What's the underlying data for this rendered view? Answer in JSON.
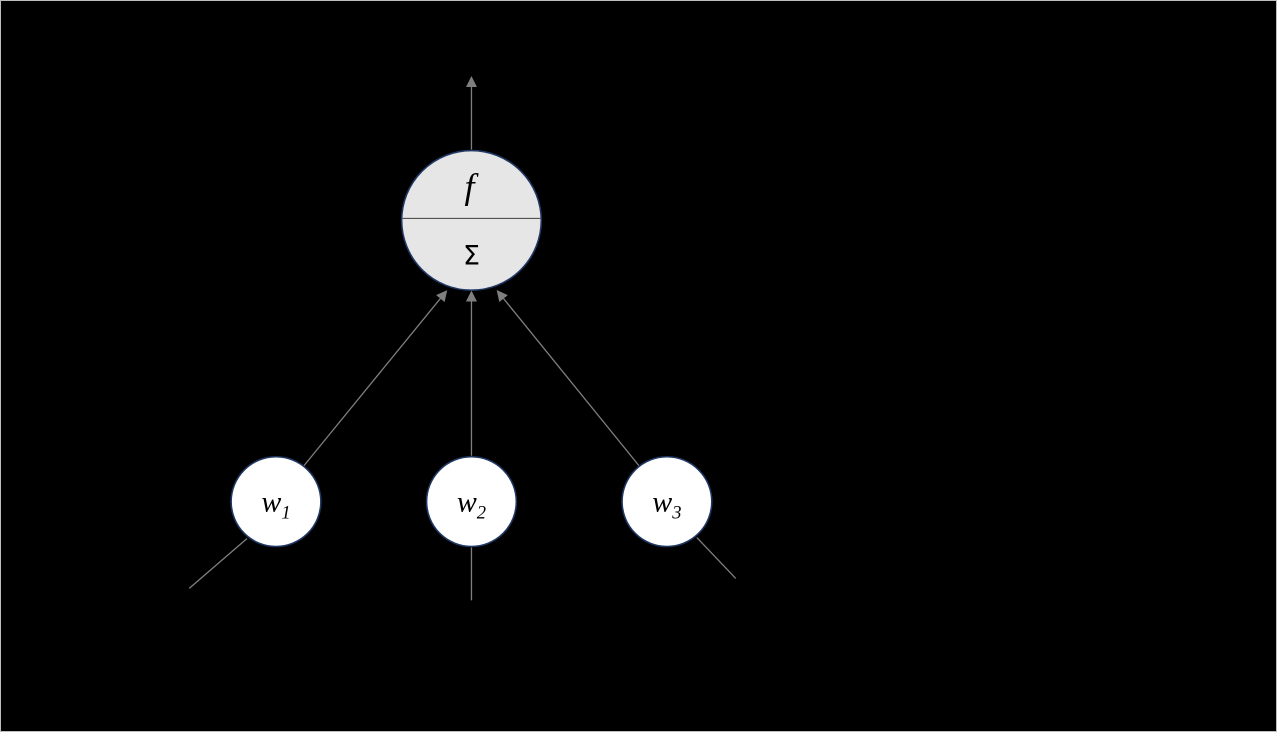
{
  "diagram": {
    "type": "artificial-neuron",
    "background_color": "#000000",
    "frame_border_color": "#bdbdbd",
    "edge_color": "#7f7f7f",
    "node_border_color": "#203864",
    "divider_color": "#3f3f3f",
    "neuron": {
      "fill": "#e7e6e6",
      "activation_label": "f",
      "sum_label": "Σ"
    },
    "weights": [
      {
        "base": "w",
        "sub": "1",
        "fill": "#ffffff"
      },
      {
        "base": "w",
        "sub": "2",
        "fill": "#ffffff"
      },
      {
        "base": "w",
        "sub": "3",
        "fill": "#ffffff"
      }
    ]
  }
}
